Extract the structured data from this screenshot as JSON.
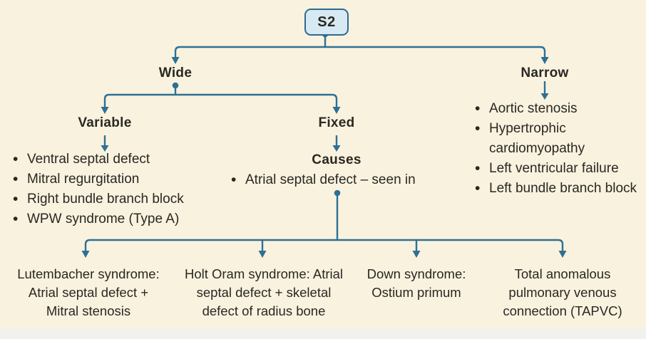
{
  "colors": {
    "background": "#f8f2df",
    "line": "#2e7094",
    "text": "#2b2722",
    "node_fill": "#d7e9f3",
    "node_border": "#2d6b90"
  },
  "root": {
    "label": "S2"
  },
  "wide": {
    "label": "Wide"
  },
  "variable": {
    "label": "Variable",
    "items": [
      "Ventral septal defect",
      "Mitral regurgitation",
      "Right bundle branch block",
      "WPW syndrome (Type A)"
    ]
  },
  "fixed": {
    "label": "Fixed",
    "causes_label": "Causes",
    "cause_item": "Atrial septal defect – seen in"
  },
  "narrow": {
    "label": "Narrow",
    "items": [
      "Aortic stenosis",
      "Hypertrophic\ncardiomyopathy",
      "Left ventricular failure",
      "Left bundle branch block"
    ]
  },
  "seen_in": [
    {
      "lines": [
        "Lutembacher syndrome:",
        "Atrial septal defect +",
        "Mitral stenosis"
      ]
    },
    {
      "lines": [
        "Holt Oram syndrome: Atrial",
        "septal defect + skeletal",
        "defect of radius bone"
      ]
    },
    {
      "lines": [
        "Down syndrome:",
        "Ostium primum"
      ]
    },
    {
      "lines": [
        "Total anomalous",
        "pulmonary venous",
        "connection (TAPVC)"
      ]
    }
  ]
}
